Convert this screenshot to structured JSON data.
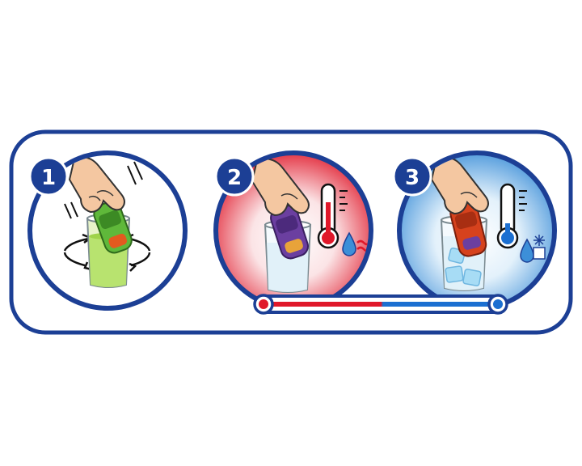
{
  "steps": [
    {
      "number": "1",
      "description-icon": "hand-dipping-car-in-water-icon",
      "liquid": "green",
      "car_color": "#5fb83a",
      "motion": "swirl-arrows-icon"
    },
    {
      "number": "2",
      "description-icon": "hand-dipping-car-in-warm-water-icon",
      "liquid": "clear",
      "car_color": "#6b3fa0",
      "thermometer": "hot-thermometer-icon",
      "symbol": "warm-water-icon"
    },
    {
      "number": "3",
      "description-icon": "hand-dipping-car-in-ice-water-icon",
      "liquid": "ice",
      "car_color": "#d6421d",
      "thermometer": "cold-thermometer-icon",
      "symbol": "cold-water-icon"
    }
  ],
  "colors": {
    "frame": "#1c3f95",
    "badge": "#1c3f95",
    "hot": "#e0182a",
    "cold": "#1b6fd1",
    "glass_green": "#b5e26a",
    "glass_water": "#e8f4fb",
    "ice": "#a7dcf5"
  },
  "temperature_bar": {
    "left": "hot",
    "right": "cold"
  }
}
